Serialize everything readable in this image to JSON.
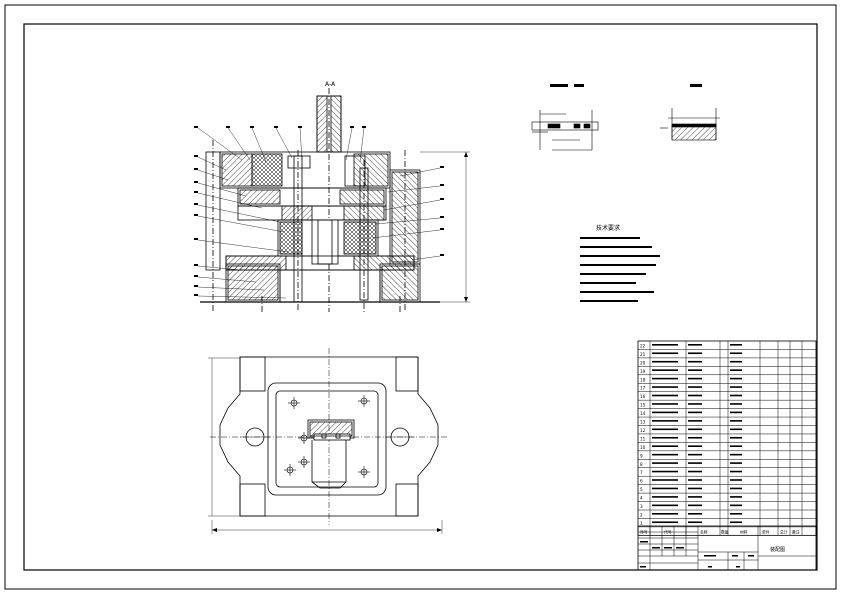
{
  "views": {
    "section_label": "A-A"
  },
  "technical_requirements": {
    "heading": "技术要求",
    "lines": [
      "",
      "",
      "",
      "",
      "",
      "",
      "",
      ""
    ]
  },
  "bom": {
    "item_numbers": [
      "22",
      "21",
      "20",
      "19",
      "18",
      "17",
      "16",
      "15",
      "14",
      "13",
      "12",
      "11",
      "10",
      "9",
      "8",
      "7",
      "6",
      "5",
      "4",
      "3",
      "2",
      "1"
    ],
    "footer_labels": [
      "序号",
      "代号",
      "名称",
      "数量",
      "材料",
      "单件",
      "总计",
      "备注"
    ]
  },
  "title_block": {
    "drawing_title": "装配图"
  }
}
